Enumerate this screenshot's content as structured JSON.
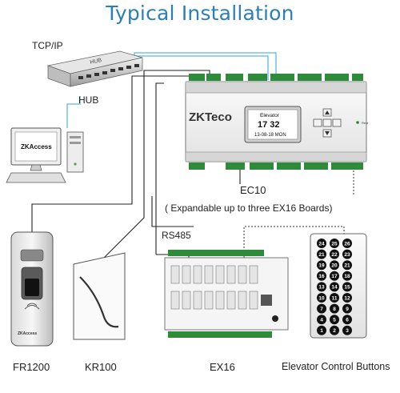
{
  "title": "Typical Installation",
  "labels": {
    "tcpip": "TCP/IP",
    "hub": "HUB",
    "ec10": "EC10",
    "expandable": "( Expandable up to three EX16 Boards)",
    "rs485": "RS485",
    "fr1200": "FR1200",
    "kr100": "KR100",
    "ex16": "EX16",
    "buttons": "Elevator Control Buttons"
  },
  "hub_device": {
    "label": "HUB"
  },
  "monitor": {
    "brand": "ZKAccess"
  },
  "controller": {
    "brand": "ZKTeco",
    "screen_title": "Elevator",
    "screen_time": "17 32",
    "screen_date": "13-08-18 MON",
    "status_label": "Rest"
  },
  "reader": {
    "brand": "ZKAccess"
  },
  "button_panel": {
    "rows": [
      [
        "24",
        "25",
        "26"
      ],
      [
        "21",
        "22",
        "23"
      ],
      [
        "19",
        "20",
        "21"
      ],
      [
        "16",
        "17",
        "18"
      ],
      [
        "13",
        "14",
        "15"
      ],
      [
        "10",
        "11",
        "12"
      ],
      [
        "7",
        "8",
        "9"
      ],
      [
        "4",
        "5",
        "6"
      ],
      [
        "1",
        "2",
        "3"
      ]
    ]
  },
  "colors": {
    "title": "#2a7fb8",
    "network_cable": "#5bb8e0",
    "wire": "#222222",
    "terminal_green": "#2e8b3a"
  }
}
